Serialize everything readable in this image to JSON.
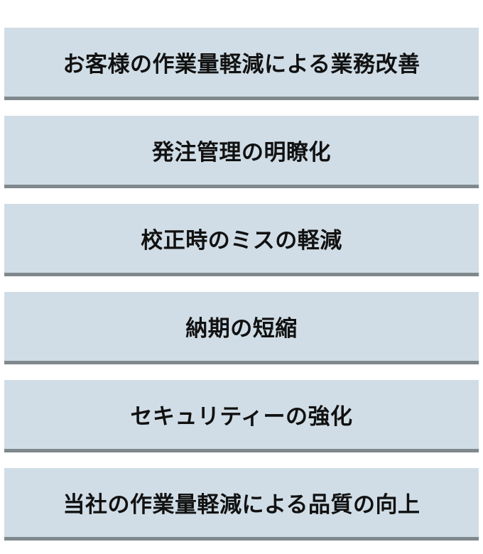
{
  "items": [
    {
      "label": "お客様の作業量軽減による業務改善"
    },
    {
      "label": "発注管理の明瞭化"
    },
    {
      "label": "校正時のミスの軽減"
    },
    {
      "label": "納期の短縮"
    },
    {
      "label": "セキュリティーの強化"
    },
    {
      "label": "当社の作業量軽減による品質の向上"
    }
  ],
  "colors": {
    "panel_background": "#d0dde6",
    "panel_bottom_border": "#7f888c",
    "text": "#111111",
    "page_background": "#ffffff"
  }
}
